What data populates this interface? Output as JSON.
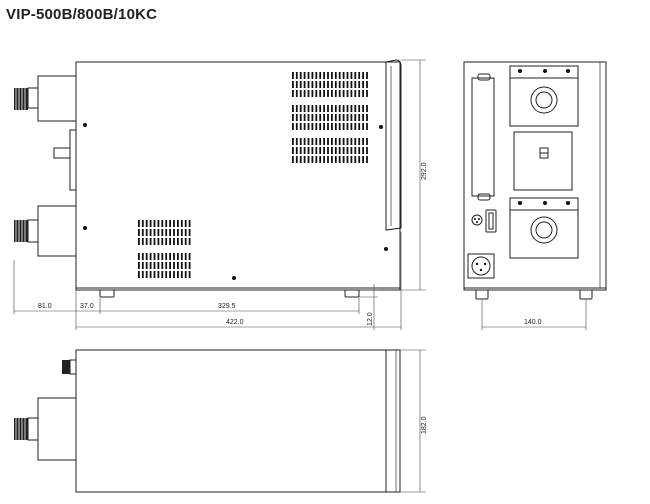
{
  "title": "VIP-500B/800B/10KC",
  "dimensions": {
    "side_height": "292.0",
    "front_offset": "81.0",
    "foot_offset": "37.0",
    "body_depth": "329.5",
    "total_depth": "422.0",
    "foot_height": "12.0",
    "rear_width": "140.0",
    "top_width": "182.0"
  }
}
